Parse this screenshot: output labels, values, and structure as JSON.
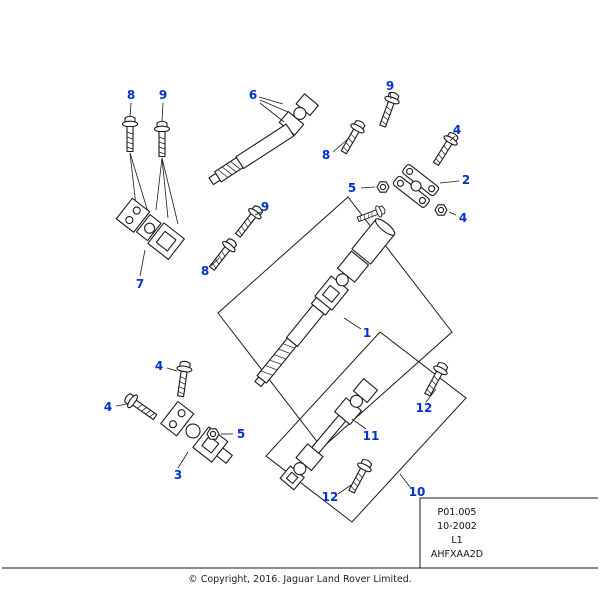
{
  "colors": {
    "callout": "#0033cc",
    "line": "#1a1a1a",
    "background": "#ffffff"
  },
  "callouts": [
    {
      "id": "8-topleft",
      "label": "8"
    },
    {
      "id": "9-topleft",
      "label": "9"
    },
    {
      "id": "6",
      "label": "6"
    },
    {
      "id": "9-topright",
      "label": "9"
    },
    {
      "id": "4-right-upper",
      "label": "4"
    },
    {
      "id": "8-right",
      "label": "8"
    },
    {
      "id": "5-right",
      "label": "5"
    },
    {
      "id": "2",
      "label": "2"
    },
    {
      "id": "4-right-lower",
      "label": "4"
    },
    {
      "id": "9-middle",
      "label": "9"
    },
    {
      "id": "8-middle",
      "label": "8"
    },
    {
      "id": "7",
      "label": "7"
    },
    {
      "id": "1",
      "label": "1"
    },
    {
      "id": "4-left-upper",
      "label": "4"
    },
    {
      "id": "4-left-lower",
      "label": "4"
    },
    {
      "id": "12-upper",
      "label": "12"
    },
    {
      "id": "5-lower",
      "label": "5"
    },
    {
      "id": "11",
      "label": "11"
    },
    {
      "id": "3",
      "label": "3"
    },
    {
      "id": "12-lower",
      "label": "12"
    },
    {
      "id": "10",
      "label": "10"
    }
  ],
  "info_panel": {
    "lines": [
      "P01.005",
      "10-2002",
      "L1",
      "AHFXAA2D"
    ]
  },
  "footer": {
    "copyright": "© Copyright, 2016. Jaguar Land Rover Limited."
  }
}
